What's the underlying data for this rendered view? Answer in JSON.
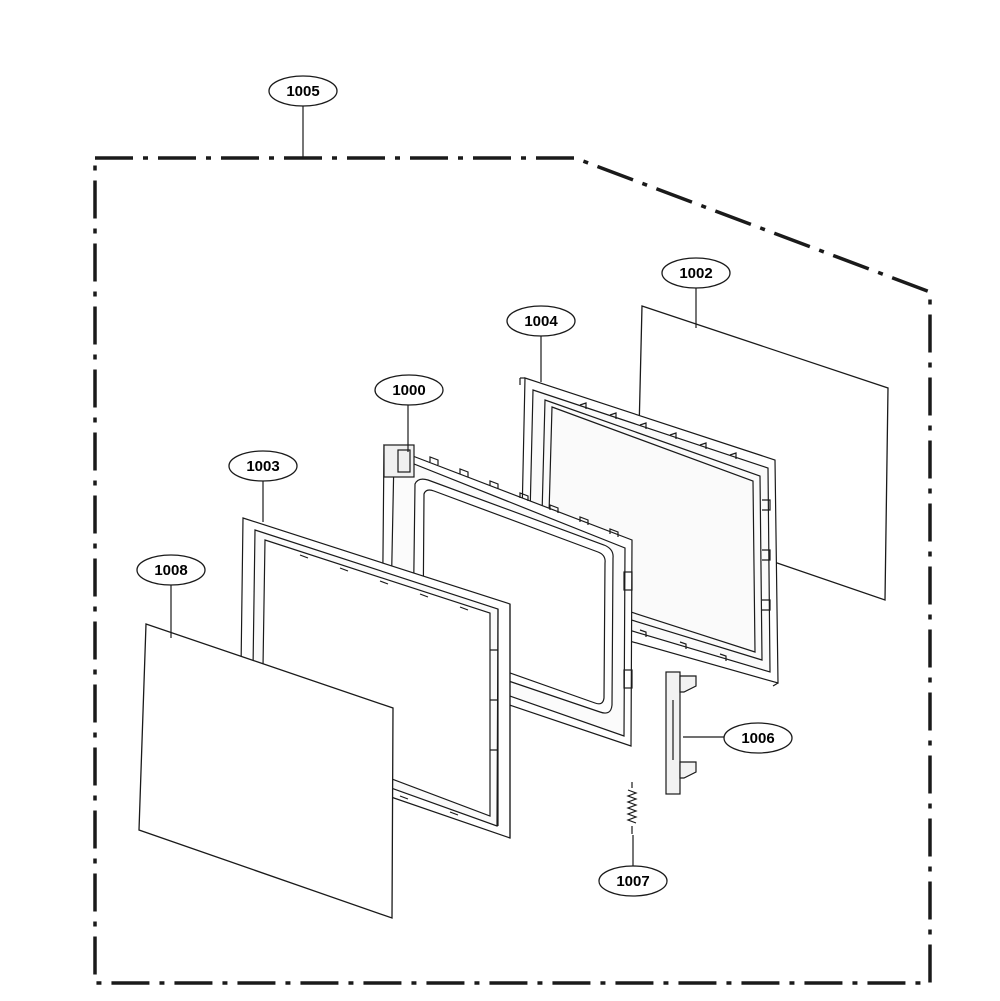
{
  "colors": {
    "line": "#1a1a1a",
    "part_fill": "#ffffff",
    "shade": "#f4f4f4"
  },
  "callouts": [
    {
      "id": "assembly",
      "label": "1005"
    },
    {
      "id": "outer-glass",
      "label": "1002"
    },
    {
      "id": "inner-frame",
      "label": "1004"
    },
    {
      "id": "door-frame",
      "label": "1000"
    },
    {
      "id": "door-panel-frame",
      "label": "1003"
    },
    {
      "id": "front-glass",
      "label": "1008"
    },
    {
      "id": "latch-hook",
      "label": "1006"
    },
    {
      "id": "spring",
      "label": "1007"
    }
  ]
}
